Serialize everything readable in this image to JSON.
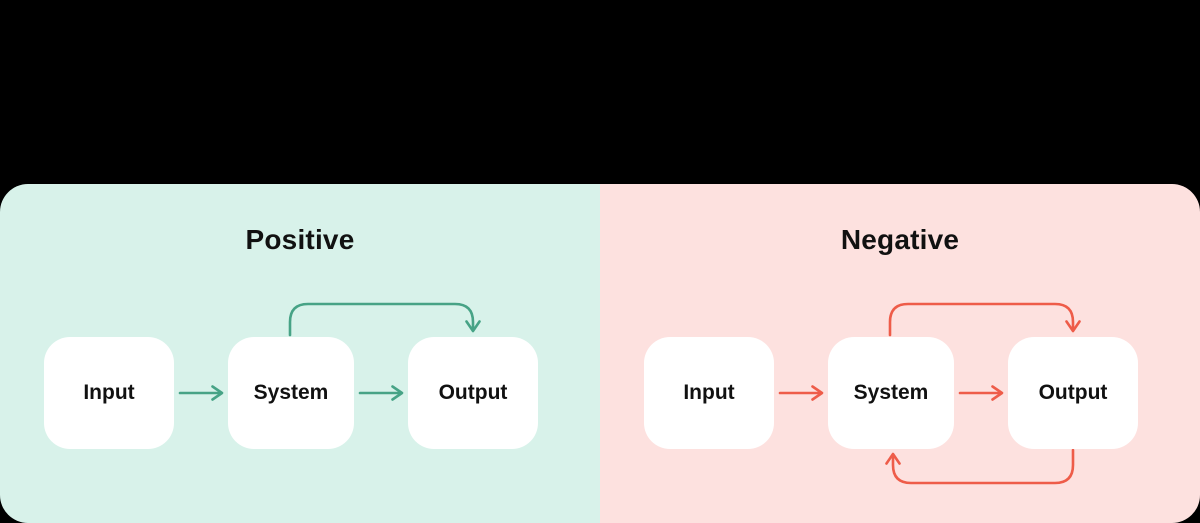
{
  "diagram": {
    "background_color": "#000000",
    "panels": [
      {
        "title": "Positive",
        "bg": "#d8f2ea",
        "arrow_color": "#47a386",
        "nodes": [
          {
            "label": "Input"
          },
          {
            "label": "System"
          },
          {
            "label": "Output"
          }
        ],
        "arrows": [
          "arrow-input-to-system",
          "arrow-system-to-output",
          "curved-arrow-system-to-output-top"
        ]
      },
      {
        "title": "Negative",
        "bg": "#fde1df",
        "arrow_color": "#ee5c49",
        "nodes": [
          {
            "label": "Input"
          },
          {
            "label": "System"
          },
          {
            "label": "Output"
          }
        ],
        "arrows": [
          "arrow-input-to-system",
          "arrow-system-to-output",
          "curved-arrow-system-to-output-top",
          "curved-arrow-output-to-system-bottom"
        ]
      }
    ]
  }
}
